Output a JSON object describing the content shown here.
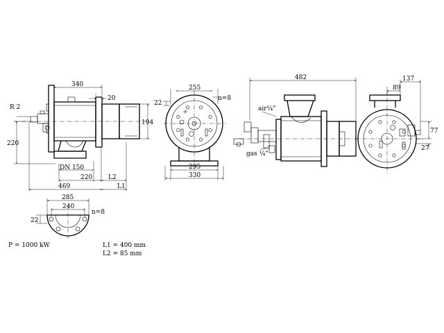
{
  "side_view": {
    "dim_340": "340",
    "dim_20": "20",
    "label_r2": "R 2",
    "dim_194": "194",
    "dim_220_vertical": "220",
    "label_dn150": "DN 150",
    "dim_220_horizontal": "220",
    "label_l2": "L2",
    "dim_469": "469",
    "label_l1": "L1"
  },
  "front_view": {
    "dim_255": "255",
    "label_n8": "n=8",
    "dim_22": "22",
    "dim_295": "295",
    "dim_330": "330"
  },
  "top_view": {
    "dim_482": "482",
    "label_air": "air¼\"",
    "label_gas": "gas ¼\""
  },
  "right_view": {
    "dim_137": "137",
    "dim_89": "89",
    "dim_77": "77",
    "dim_27": "27"
  },
  "flange_detail": {
    "dim_285": "285",
    "dim_240": "240",
    "label_n8": "n=8",
    "dim_22": "22"
  },
  "specs": {
    "power": "P = 1000 kW",
    "l1": "L1 = 400 mm",
    "l2": "L2 = 85 mm"
  }
}
